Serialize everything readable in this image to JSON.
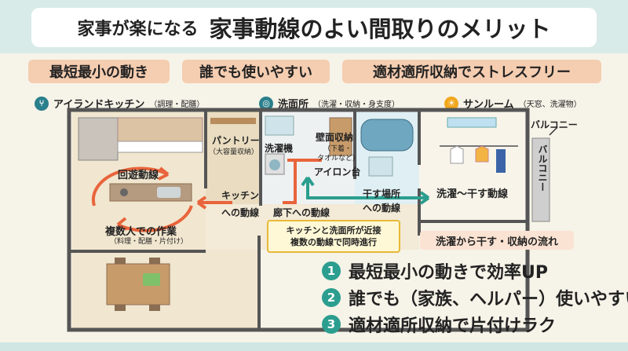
{
  "title": {
    "small": "家事が楽になる",
    "large": "家事動線のよい間取りのメリット"
  },
  "pills": [
    "最短最小の動き",
    "誰でも使いやすい",
    "適材適所収納でストレスフリー"
  ],
  "categories": {
    "kitchen": {
      "label": "アイランドキッチン",
      "sub": "（調理・配膳）",
      "icon": "fork-knife-icon"
    },
    "washroom": {
      "label": "洗面所",
      "sub": "（洗濯・収納・身支度）",
      "icon": "washing-machine-icon"
    },
    "sunroom": {
      "label": "サンルーム",
      "sub": "（天窓、洗濯物）",
      "icon": "sun-icon"
    }
  },
  "plan": {
    "pantry": "パントリー",
    "pantry_sub": "（大容量収納）",
    "washer": "洗濯機",
    "wall_storage": "壁面収納",
    "wall_storage_sub1": "（下着・",
    "wall_storage_sub2": "タオルなど）",
    "ironing": "アイロン台",
    "balcony_top": "バルコニー",
    "balcony_side": "バルコニー",
    "loop_flow": "回遊動線",
    "multi_work": "複数人での作業",
    "multi_work_sub": "（料理・配膳・片付け）",
    "to_kitchen_1": "キッチン",
    "to_kitchen_2": "への動線",
    "to_corridor": "廊下への動線",
    "to_dry_1": "干す場所",
    "to_dry_2": "への動線",
    "wash_dry_flow": "洗濯〜干す動線"
  },
  "note": {
    "line1": "キッチンと洗面所が近接",
    "line2": "複数の動線で同時進行"
  },
  "flow_label": "洗濯から干す・収納の流れ",
  "benefits": [
    {
      "num": "1",
      "text": "最短最小の動きで効率UP"
    },
    {
      "num": "2",
      "text": "誰でも（家族、ヘルパー）使いやすい"
    },
    {
      "num": "3",
      "text": "適材適所収納で片付けラク"
    }
  ],
  "colors": {
    "accent_orange": "#e8643c",
    "accent_teal": "#2b9e8f",
    "pill_bg": "#f5cdb0",
    "header_bg": "#d9ebe9"
  }
}
